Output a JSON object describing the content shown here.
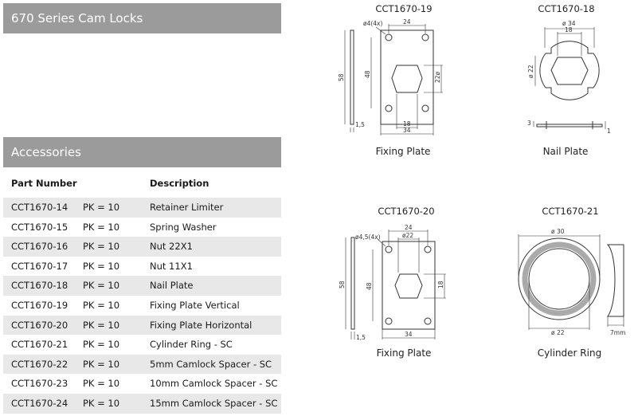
{
  "header": {
    "title": "670 Series Cam Locks"
  },
  "accessories": {
    "title": "Accessories",
    "columns": {
      "part": "Part Number",
      "desc": "Description"
    },
    "rows": [
      {
        "part": "CCT1670-14",
        "pk": "PK = 10",
        "desc": "Retainer Limiter"
      },
      {
        "part": "CCT1670-15",
        "pk": "PK = 10",
        "desc": "Spring Washer"
      },
      {
        "part": "CCT1670-16",
        "pk": "PK = 10",
        "desc": "Nut 22X1"
      },
      {
        "part": "CCT1670-17",
        "pk": "PK = 10",
        "desc": "Nut 11X1"
      },
      {
        "part": "CCT1670-18",
        "pk": "PK = 10",
        "desc": "Nail Plate"
      },
      {
        "part": "CCT1670-19",
        "pk": "PK = 10",
        "desc": "Fixing Plate Vertical"
      },
      {
        "part": "CCT1670-20",
        "pk": "PK = 10",
        "desc": "Fixing Plate Horizontal"
      },
      {
        "part": "CCT1670-21",
        "pk": "PK = 10",
        "desc": "Cylinder Ring - SC"
      },
      {
        "part": "CCT1670-22",
        "pk": "PK = 10",
        "desc": "5mm Camlock Spacer - SC"
      },
      {
        "part": "CCT1670-23",
        "pk": "PK = 10",
        "desc": "10mm Camlock Spacer - SC"
      },
      {
        "part": "CCT1670-24",
        "pk": "PK = 10",
        "desc": "15mm Camlock Spacer - SC"
      }
    ]
  },
  "drawings": {
    "d19": {
      "code": "CCT1670-19",
      "caption": "Fixing Plate",
      "dims": {
        "holes": "ø4(4x)",
        "w24": "24",
        "h58": "58",
        "h48": "48",
        "d22": "22ø",
        "w18": "18",
        "w34": "34",
        "t15": "1,5"
      }
    },
    "d18": {
      "code": "CCT1670-18",
      "caption": "Nail Plate",
      "dims": {
        "d34": "ø 34",
        "w18": "18",
        "d22": "ø 22",
        "h3": "3",
        "t1": "1"
      }
    },
    "d20": {
      "code": "CCT1670-20",
      "caption": "Fixing Plate",
      "dims": {
        "holes": "ø4,5(4x)",
        "w24": "24",
        "d22": "ø22",
        "h58": "58",
        "h48": "48",
        "h18": "18",
        "w34": "34",
        "t15": "1,5"
      }
    },
    "d21": {
      "code": "CCT1670-21",
      "caption": "Cylinder Ring",
      "dims": {
        "d30": "ø 30",
        "d22": "ø 22",
        "t7": "7mm"
      }
    }
  }
}
